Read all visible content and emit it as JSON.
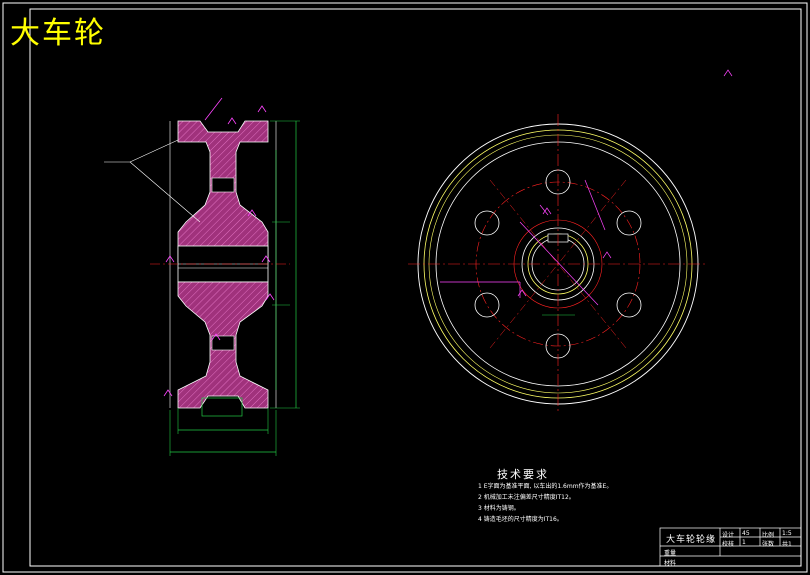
{
  "title": "大车轮",
  "technical_requirements": {
    "heading": "技术要求",
    "items": [
      "1  E字面为基准平面, 以车出的1.6mm作为基准E。",
      "2  机械加工未注偏差尺寸精度IT12。",
      "3  材料为铸钢。",
      "4  铸造毛坯的尺寸精度为IT16。"
    ]
  },
  "title_block": {
    "name": "大车轮轮缘",
    "labels": [
      "设计",
      "校核",
      "重量",
      "比例",
      "张数",
      "材料"
    ],
    "values": [
      "45",
      "1:5",
      "1",
      "共1"
    ]
  },
  "colors": {
    "background": "#000000",
    "outline": "#ffffff",
    "title": "#ffff00",
    "section_fill": "#b03a8a",
    "dimension": "#22cc44",
    "annotation": "#ff44ff",
    "center_line": "#ff2222",
    "wheel_ring": "#ffff66"
  }
}
